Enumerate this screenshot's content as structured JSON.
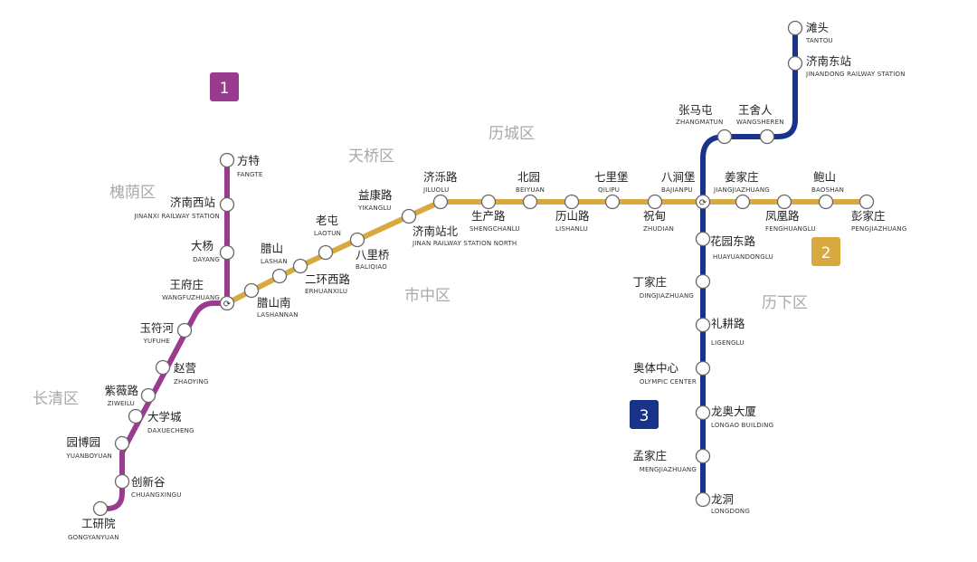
{
  "colors": {
    "line1": "#9b3b8f",
    "line2": "#d8a93f",
    "line3": "#1a338a",
    "district": "#a9a9a9"
  },
  "badges": {
    "line1": "1",
    "line2": "2",
    "line3": "3"
  },
  "districts": {
    "huaiyin": "槐荫区",
    "tianqiao": "天桥区",
    "licheng": "历城区",
    "shizhong": "市中区",
    "lixia": "历下区",
    "changqing": "长清区"
  },
  "stations": {
    "fangte": {
      "zh": "方特",
      "en": "FANGTE"
    },
    "jinanxi": {
      "zh": "济南西站",
      "en": "JINANXI RAILWAY STATION"
    },
    "dayang": {
      "zh": "大杨",
      "en": "DAYANG"
    },
    "wangfuzhuang": {
      "zh": "王府庄",
      "en": "WANGFUZHUANG"
    },
    "yufuhe": {
      "zh": "玉符河",
      "en": "YUFUHE"
    },
    "zhaoying": {
      "zh": "赵营",
      "en": "ZHAOYING"
    },
    "ziweilu": {
      "zh": "紫薇路",
      "en": "ZIWEILU"
    },
    "daxuecheng": {
      "zh": "大学城",
      "en": "DAXUECHENG"
    },
    "yuanboyuan": {
      "zh": "园博园",
      "en": "YUANBOYUAN"
    },
    "chuangxingu": {
      "zh": "创新谷",
      "en": "CHUANGXINGU"
    },
    "gongyanyuan": {
      "zh": "工研院",
      "en": "GONGYANYUAN"
    },
    "lashan": {
      "zh": "腊山",
      "en": "LASHAN"
    },
    "lashannan": {
      "zh": "腊山南",
      "en": "LASHANNAN"
    },
    "erhuanxilu": {
      "zh": "二环西路",
      "en": "ERHUANXILU"
    },
    "laotun": {
      "zh": "老屯",
      "en": "LAOTUN"
    },
    "baliqiao": {
      "zh": "八里桥",
      "en": "BALIQIAO"
    },
    "yikanglu": {
      "zh": "益康路",
      "en": "YIKANGLU"
    },
    "jinanzhanbei": {
      "zh": "济南站北",
      "en": "JINAN RAILWAY STATION NORTH"
    },
    "jiluolu": {
      "zh": "济泺路",
      "en": "JILUOLU"
    },
    "shengchanlu": {
      "zh": "生产路",
      "en": "SHENGCHANLU"
    },
    "beiyuan": {
      "zh": "北园",
      "en": "BEIYUAN"
    },
    "lishanlu": {
      "zh": "历山路",
      "en": "LISHANLU"
    },
    "qilipu": {
      "zh": "七里堡",
      "en": "QILIPU"
    },
    "zhudian": {
      "zh": "祝甸",
      "en": "ZHUDIAN"
    },
    "bajianpu": {
      "zh": "八涧堡",
      "en": "BAJIANPU"
    },
    "jiangjiazhuang": {
      "zh": "姜家庄",
      "en": "JIANGJIAZHUANG"
    },
    "fenghuanglu": {
      "zh": "凤凰路",
      "en": "FENGHUANGLU"
    },
    "baoshan": {
      "zh": "鲍山",
      "en": "BAOSHAN"
    },
    "pengjiazhuang": {
      "zh": "彭家庄",
      "en": "PENGJIAZHUANG"
    },
    "tantou": {
      "zh": "滩头",
      "en": "TANTOU"
    },
    "jinandong": {
      "zh": "济南东站",
      "en": "JINANDONG  RAILWAY STATION"
    },
    "wangsheren": {
      "zh": "王舍人",
      "en": "WANGSHEREN"
    },
    "zhangmatun": {
      "zh": "张马屯",
      "en": "ZHANGMATUN"
    },
    "huayuandonglu": {
      "zh": "花园东路",
      "en": "HUAYUANDONGLU"
    },
    "dingjiazhuang": {
      "zh": "丁家庄",
      "en": "DINGJIAZHUANG"
    },
    "ligenglu": {
      "zh": "礼耕路",
      "en": "LIGENGLU"
    },
    "olympic": {
      "zh": "奥体中心",
      "en": "OLYMPIC CENTER"
    },
    "longao": {
      "zh": "龙奥大厦",
      "en": "LONGAO BUILDING"
    },
    "mengjiazhuang": {
      "zh": "孟家庄",
      "en": "MENGJIAZHUANG"
    },
    "longdong": {
      "zh": "龙洞",
      "en": "LONGDONG"
    }
  }
}
